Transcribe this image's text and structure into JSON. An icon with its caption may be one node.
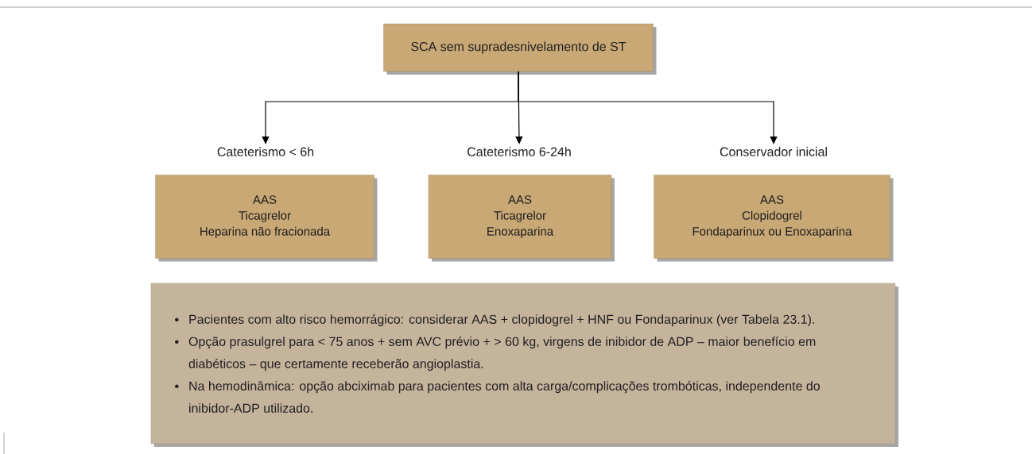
{
  "diagram": {
    "nodes": [
      {
        "text": [
          "SCA sem supradesnivelamento de ST"
        ]
      },
      {
        "text": [
          "Cateterismo < 6h"
        ]
      },
      {
        "text": [
          "Cateterismo 6-24h"
        ]
      },
      {
        "text": [
          "Conservador inicial"
        ]
      },
      {
        "text": [
          "AAS",
          "Ticagrelor",
          "Heparina não fracionada"
        ]
      },
      {
        "text": [
          "AAS",
          "Ticagrelor",
          "Enoxaparina"
        ]
      },
      {
        "text": [
          "AAS",
          "Clopidogrel",
          "Fondaparinux ou Enoxaparina"
        ]
      },
      {
        "text": [
          "Pacientes com alto risco hemorrágico: considerar AAS + clopidogrel + HNF ou Fondaparinux (ver Tabela 23.1).",
          "Opção prasulgrel para < 75 anos + sem AVC prévio + > 60 kg, virgens de inibidor de ADP – maior benefício em diabéticos – que certamente receberão angioplastia.",
          "Na hemodinâmica: opção abciximab para pacientes com alta carga/complicações trombóticas, independente do inibidor-ADP utilizado."
        ]
      }
    ],
    "edges": [
      {
        "from": 0,
        "to": 1,
        "arrow": "to"
      },
      {
        "from": 0,
        "to": 2,
        "arrow": "to"
      },
      {
        "from": 0,
        "to": 3,
        "arrow": "to"
      }
    ]
  }
}
